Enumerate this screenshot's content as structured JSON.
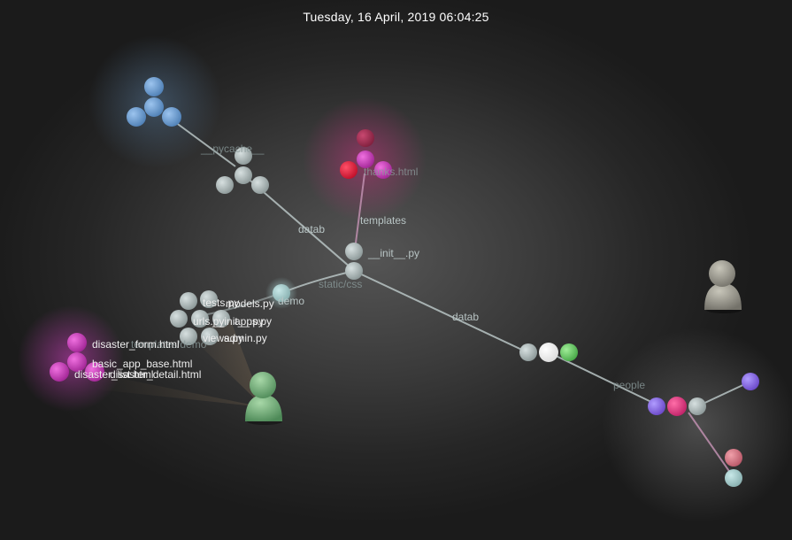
{
  "header": {
    "timestamp": "Tuesday, 16 April, 2019 06:04:25"
  },
  "labels": {
    "pycache": "__pycache__",
    "thanks": "thanks.html",
    "templates": "templates",
    "datab_upper": "datab",
    "init": "__init__.py",
    "static_css": "static/css",
    "demo": "demo",
    "datab_lower": "datab",
    "people": "people",
    "models": "models.py",
    "tests": "tests.py",
    "urls": "urls.py",
    "init2": "__init__.py",
    "apps": "apps.py",
    "views": "views.py",
    "admin": "admin.py",
    "templates_demo": "templates/demo",
    "disaster_form": "disaster_form.html",
    "basic_app_base": "basic_app_base.html",
    "disaster_list": "disaster_list.html",
    "disaster_detail": "disaster_detail.html"
  },
  "colors": {
    "background": "#1e1e1e",
    "node_gray": "#a9b5b5",
    "node_blue": "#6e9fd0",
    "node_magenta": "#cc44b8",
    "node_red": "#e02a44",
    "node_pink": "#e04a90",
    "node_purple": "#8c6ce0",
    "node_green": "#66cc66",
    "node_white": "#ffffff",
    "user_gray": "#9a9a8e",
    "user_green": "#7aaa80"
  },
  "icons": [
    "user-avatar-icon-gray",
    "user-avatar-icon-green"
  ]
}
